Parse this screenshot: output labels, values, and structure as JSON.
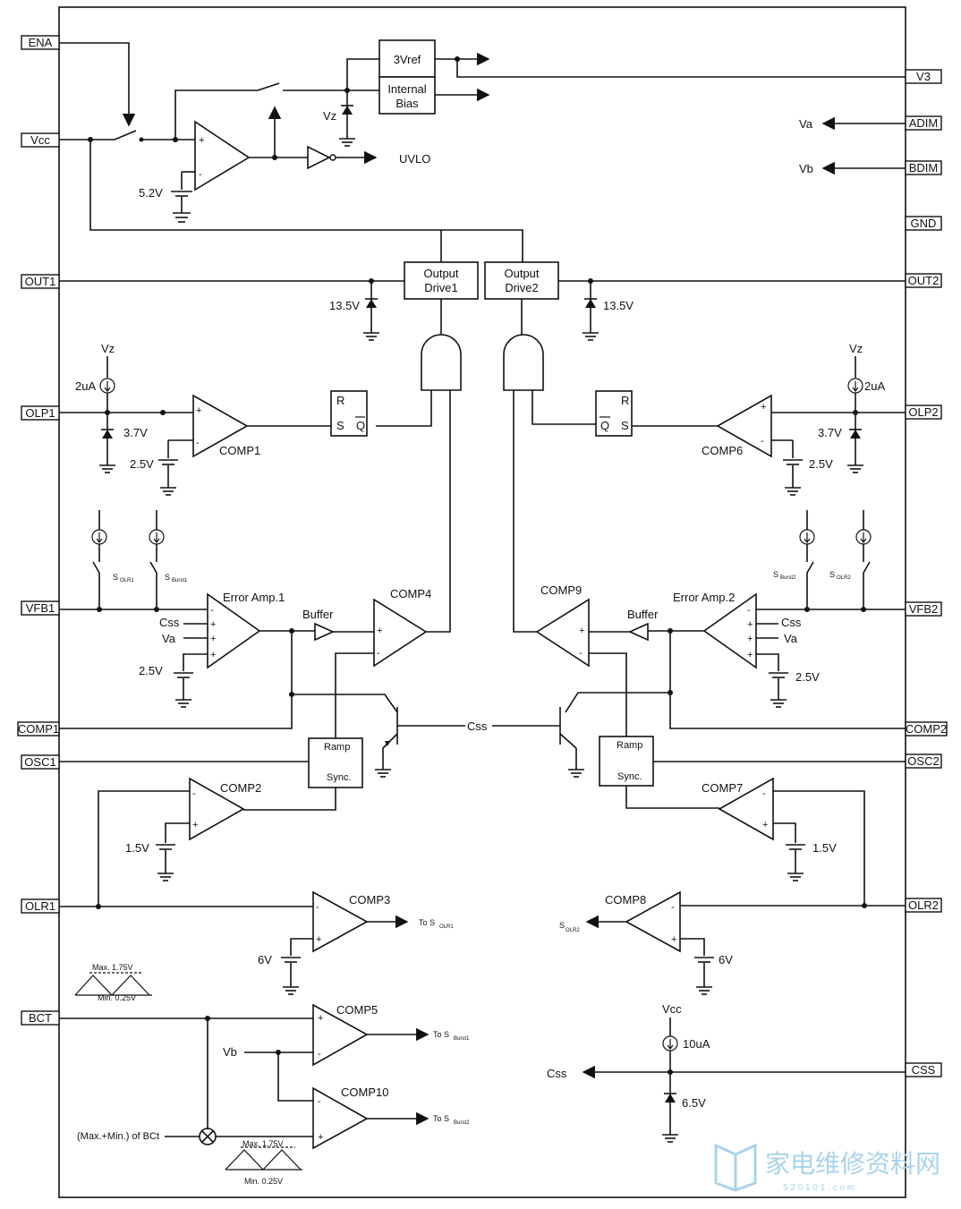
{
  "pins_left": [
    "ENA",
    "Vcc",
    "OUT1",
    "OLP1",
    "VFB1",
    "COMP1",
    "OSC1",
    "OLR1",
    "BCT"
  ],
  "pins_right": [
    "V3",
    "ADIM",
    "BDIM",
    "GND",
    "OUT2",
    "OLP2",
    "VFB2",
    "COMP2",
    "OSC2",
    "OLR2",
    "CSS"
  ],
  "blocks": {
    "vref": "3Vref",
    "bias": [
      "Internal",
      "Bias"
    ],
    "drive1": [
      "Output",
      "Drive1"
    ],
    "drive2": [
      "Output",
      "Drive2"
    ],
    "ramp": "Ramp",
    "sync": "Sync.",
    "sr_r": "R",
    "sr_s": "S",
    "sr_q": "Q"
  },
  "comparators": [
    "COMP1",
    "COMP2",
    "COMP3",
    "COMP4",
    "COMP5",
    "COMP6",
    "COMP7",
    "COMP8",
    "COMP9",
    "COMP10"
  ],
  "amps": {
    "err1": "Error Amp.1",
    "err2": "Error Amp.2",
    "buffer": "Buffer"
  },
  "voltages": {
    "v52": "5.2V",
    "v135": "13.5V",
    "v37": "3.7V",
    "v25": "2.5V",
    "v15": "1.5V",
    "v6": "6V",
    "v65": "6.5V",
    "vz": "Vz"
  },
  "currents": {
    "i2": "2uA",
    "i10": "10uA"
  },
  "signals": {
    "uvlo": "UVLO",
    "va": "Va",
    "vb": "Vb",
    "css": "Css",
    "vcc": "Vcc",
    "s_main": "S",
    "olr1": "OLR1",
    "olr2": "OLR2",
    "burst1": "Burst1",
    "burst2": "Burst2",
    "to": "To S",
    "bct_sum": "(Max.+Min.) of BCt",
    "max": "Max. 1.75V",
    "min": "Min. 0.25V"
  },
  "watermark": {
    "cn": "家电维修资料网",
    "url": "5 2 0 1 0 1 . c o m"
  }
}
